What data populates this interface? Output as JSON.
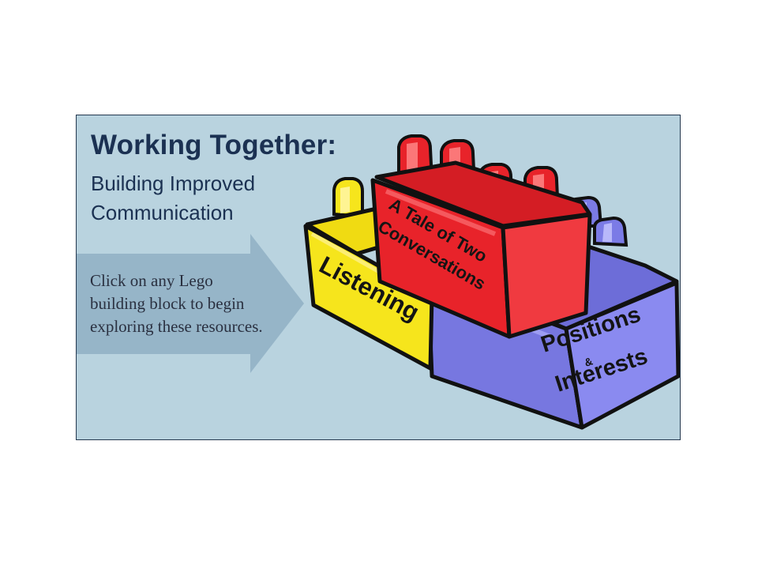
{
  "header": {
    "title": "Working Together:",
    "subtitle_line1": "Building Improved",
    "subtitle_line2": "Communication"
  },
  "instructions": {
    "line1": "Click on any Lego",
    "line2": "building block to begin",
    "line3": "exploring these resources."
  },
  "blocks": {
    "tale": {
      "line1": "A Tale of Two",
      "line2": "Conversations",
      "color": "#e8232a"
    },
    "listening": {
      "label": "Listening",
      "color": "#f6e51c"
    },
    "positions": {
      "line1": "Positions",
      "amp": "&",
      "line2": "Interests",
      "color": "#7b7be6"
    }
  },
  "colors": {
    "background": "#b9d3df",
    "title": "#1b3152",
    "arrow": "#8fafc4"
  }
}
